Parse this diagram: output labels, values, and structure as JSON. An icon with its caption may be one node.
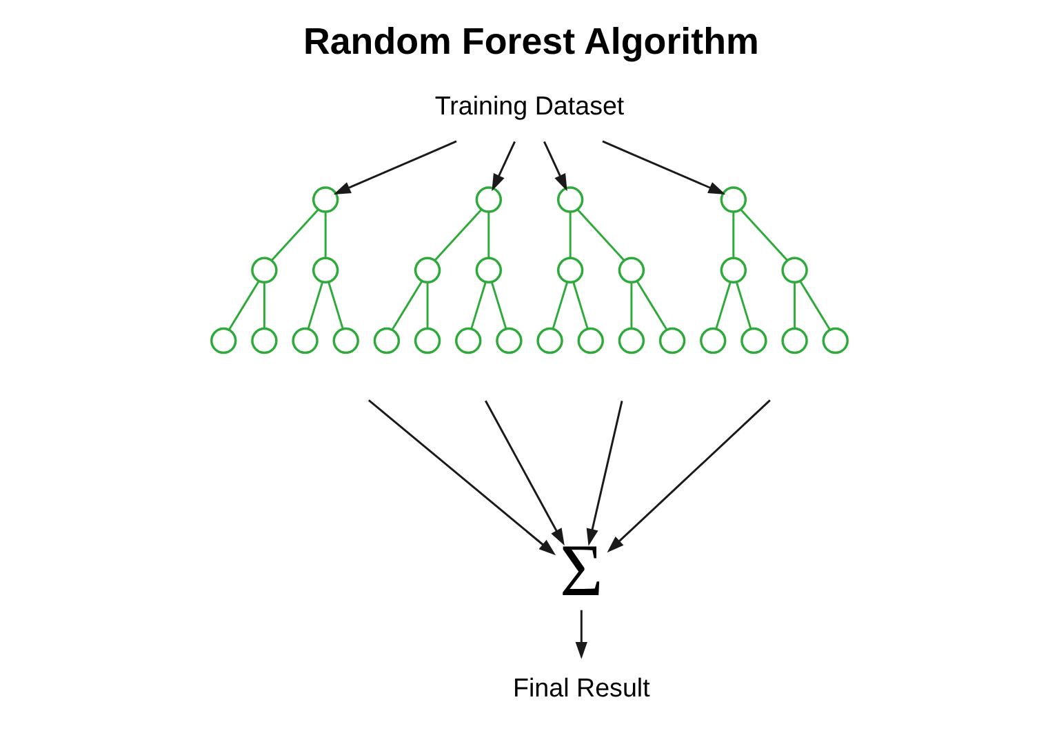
{
  "diagram": {
    "title": "Random Forest Algorithm",
    "nodes": [
      {
        "text": [
          "Training Dataset"
        ]
      },
      {
        "text": [],
        "shape": "circle"
      },
      {
        "text": [],
        "shape": "circle"
      },
      {
        "text": [],
        "shape": "circle"
      },
      {
        "text": [],
        "shape": "circle"
      },
      {
        "text": [],
        "shape": "circle"
      },
      {
        "text": [],
        "shape": "circle"
      },
      {
        "text": [],
        "shape": "circle"
      },
      {
        "text": [],
        "shape": "circle"
      },
      {
        "text": [],
        "shape": "circle"
      },
      {
        "text": [],
        "shape": "circle"
      },
      {
        "text": [],
        "shape": "circle"
      },
      {
        "text": [],
        "shape": "circle"
      },
      {
        "text": [],
        "shape": "circle"
      },
      {
        "text": [],
        "shape": "circle"
      },
      {
        "text": [],
        "shape": "circle"
      },
      {
        "text": [],
        "shape": "circle"
      },
      {
        "text": [],
        "shape": "circle"
      },
      {
        "text": [],
        "shape": "circle"
      },
      {
        "text": [],
        "shape": "circle"
      },
      {
        "text": [],
        "shape": "circle"
      },
      {
        "text": [],
        "shape": "circle"
      },
      {
        "text": [],
        "shape": "circle"
      },
      {
        "text": [],
        "shape": "circle"
      },
      {
        "text": [],
        "shape": "circle"
      },
      {
        "text": [],
        "shape": "circle"
      },
      {
        "text": [],
        "shape": "circle"
      },
      {
        "text": [],
        "shape": "circle"
      },
      {
        "text": [],
        "shape": "circle"
      },
      {
        "text": [
          "Σ"
        ]
      },
      {
        "text": [
          "Final Result"
        ]
      }
    ],
    "edges": [
      {
        "from": 0,
        "to": 1,
        "arrow": "to",
        "color": "#1a1a1a"
      },
      {
        "from": 0,
        "to": 8,
        "arrow": "to",
        "color": "#1a1a1a"
      },
      {
        "from": 0,
        "to": 15,
        "arrow": "to",
        "color": "#1a1a1a"
      },
      {
        "from": 0,
        "to": 22,
        "arrow": "to",
        "color": "#1a1a1a"
      },
      {
        "from": 1,
        "to": 2,
        "arrow": "none"
      },
      {
        "from": 1,
        "to": 3,
        "arrow": "none"
      },
      {
        "from": 2,
        "to": 4,
        "arrow": "none"
      },
      {
        "from": 2,
        "to": 5,
        "arrow": "none"
      },
      {
        "from": 3,
        "to": 6,
        "arrow": "none"
      },
      {
        "from": 3,
        "to": 7,
        "arrow": "none"
      },
      {
        "from": 8,
        "to": 9,
        "arrow": "none"
      },
      {
        "from": 8,
        "to": 10,
        "arrow": "none"
      },
      {
        "from": 9,
        "to": 11,
        "arrow": "none"
      },
      {
        "from": 9,
        "to": 12,
        "arrow": "none"
      },
      {
        "from": 10,
        "to": 13,
        "arrow": "none"
      },
      {
        "from": 10,
        "to": 14,
        "arrow": "none"
      },
      {
        "from": 15,
        "to": 16,
        "arrow": "none"
      },
      {
        "from": 15,
        "to": 17,
        "arrow": "none"
      },
      {
        "from": 16,
        "to": 18,
        "arrow": "none"
      },
      {
        "from": 16,
        "to": 19,
        "arrow": "none"
      },
      {
        "from": 17,
        "to": 20,
        "arrow": "none"
      },
      {
        "from": 17,
        "to": 21,
        "arrow": "none"
      },
      {
        "from": 22,
        "to": 23,
        "arrow": "none"
      },
      {
        "from": 22,
        "to": 24,
        "arrow": "none"
      },
      {
        "from": 23,
        "to": 25,
        "arrow": "none"
      },
      {
        "from": 23,
        "to": 26,
        "arrow": "none"
      },
      {
        "from": 24,
        "to": 27,
        "arrow": "none"
      },
      {
        "from": 24,
        "to": 28,
        "arrow": "none"
      },
      {
        "from": null,
        "to": 29,
        "arrow": "to",
        "color": "#1a1a1a"
      },
      {
        "from": null,
        "to": 29,
        "arrow": "to",
        "color": "#1a1a1a"
      },
      {
        "from": null,
        "to": 29,
        "arrow": "to",
        "color": "#1a1a1a"
      },
      {
        "from": null,
        "to": 29,
        "arrow": "to",
        "color": "#1a1a1a"
      },
      {
        "from": 29,
        "to": 30,
        "arrow": "to",
        "color": "#1a1a1a"
      }
    ]
  }
}
